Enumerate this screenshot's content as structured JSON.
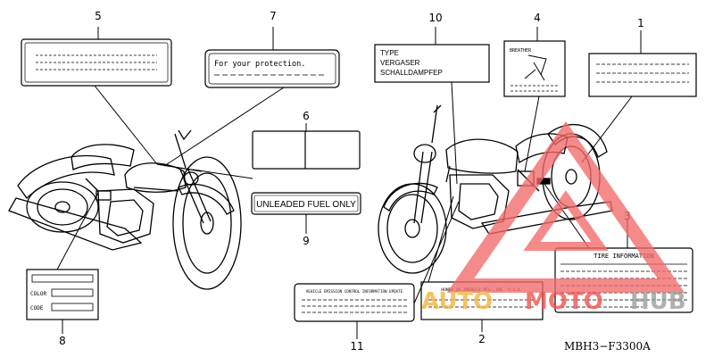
{
  "callouts": {
    "c1": "1",
    "c2": "2",
    "c3": "3",
    "c4": "4",
    "c5": "5",
    "c6": "6",
    "c7": "7",
    "c8": "8",
    "c9": "9",
    "c10": "10",
    "c11": "11"
  },
  "labels": {
    "protection": "For your protection.",
    "unleaded": "UNLEADED FUEL ONLY",
    "type_lines": [
      "TYPE",
      "VERGASER",
      "SCHALLDAMPFEP"
    ],
    "breather": "BREATHER",
    "tire_info": "TIRE INFORMATION",
    "color": "COLOR",
    "code": "CODE",
    "emission": "VEHICLE EMISSION CONTROL INFORMATION UPDATE",
    "honda": "HONDA OF AMERICA MFG.,INC. U.S.A."
  },
  "diagram_code": "MBH3−F3300A",
  "watermark": {
    "part1": "AUTO",
    "part2": "MOTO",
    "part3": "HUB",
    "colors": {
      "auto": "#f0b43c",
      "moto": "#f0504a",
      "hub": "#9a9a9a",
      "triangle": "#f26a6a"
    }
  }
}
